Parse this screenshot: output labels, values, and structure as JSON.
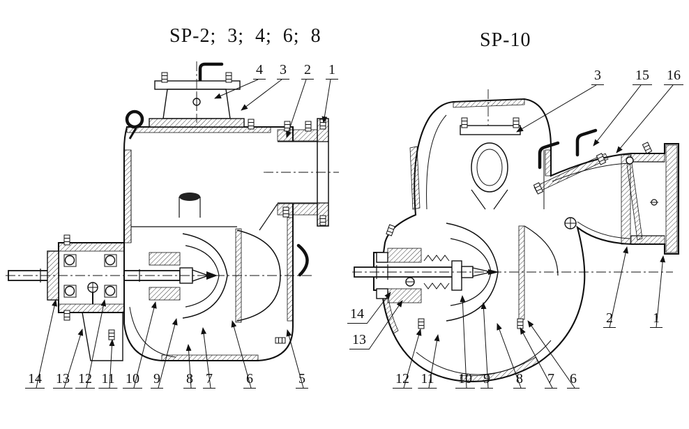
{
  "figure": {
    "left_title": "SP-2;  3;  4;  6;  8",
    "right_title": "SP-10"
  },
  "callouts": {
    "left_top": [
      "4",
      "3",
      "2",
      "1"
    ],
    "left_bottom": [
      "14",
      "13",
      "12",
      "11",
      "10",
      "9",
      "8",
      "7",
      "6",
      "5"
    ],
    "right_top": [
      "3",
      "15",
      "16"
    ],
    "right_right": [
      "2",
      "1"
    ],
    "right_left": [
      "14",
      "13"
    ],
    "right_bottom": [
      "12",
      "11",
      "10",
      "9",
      "8",
      "7",
      "6"
    ]
  }
}
